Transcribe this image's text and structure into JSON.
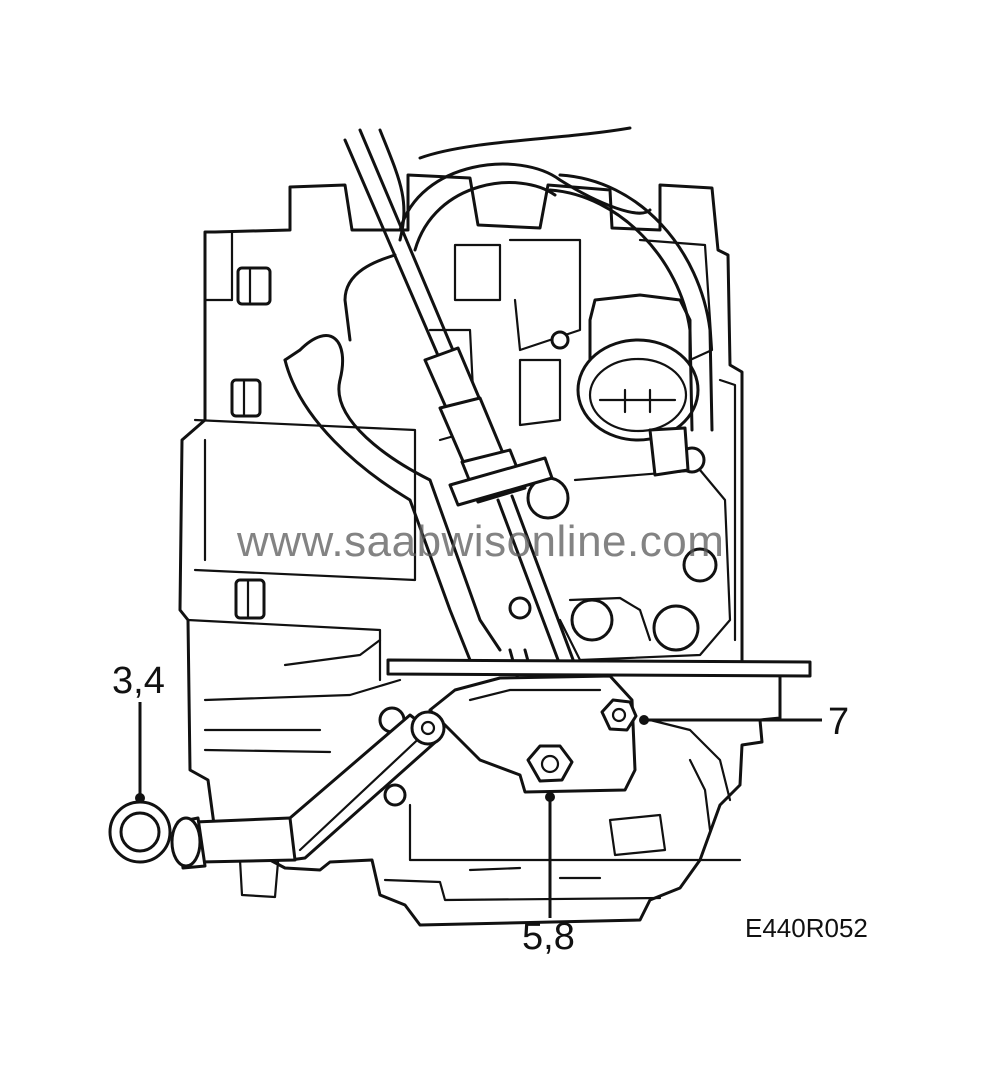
{
  "watermark": "www.saabwisonline.com",
  "figure_code": "E440R052",
  "callouts": [
    {
      "id": "callout-3-4",
      "text": "3,4"
    },
    {
      "id": "callout-7",
      "text": "7"
    },
    {
      "id": "callout-5-8",
      "text": "5,8"
    }
  ]
}
